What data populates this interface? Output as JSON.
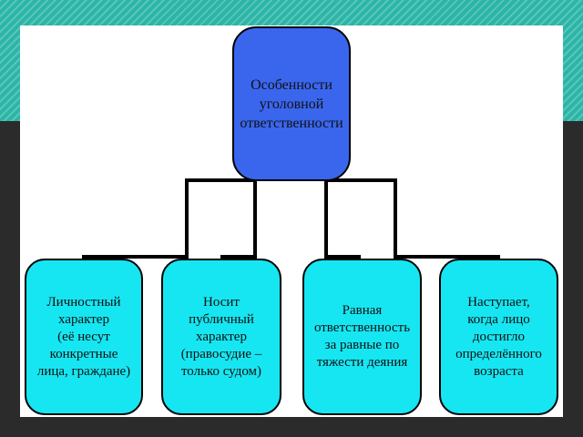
{
  "diagram": {
    "root": {
      "label": "Особенности\nуголовной\nответственности",
      "color": "#3a66ee"
    },
    "children": [
      {
        "label": "Личностный\nхарактер\n(её несут\nконкретные\nлица, граждане)"
      },
      {
        "label": "Носит\nпубличный\nхарактер\n(правосудие –\nтолько судом)"
      },
      {
        "label": "Равная\nответственность\nза равные по\nтяжести деяния"
      },
      {
        "label": "Наступает,\nкогда лицо\nдостигло\nопределённого\nвозраста"
      }
    ],
    "child_color": "#16e6f2",
    "background_accent": "#2bb5a6"
  }
}
